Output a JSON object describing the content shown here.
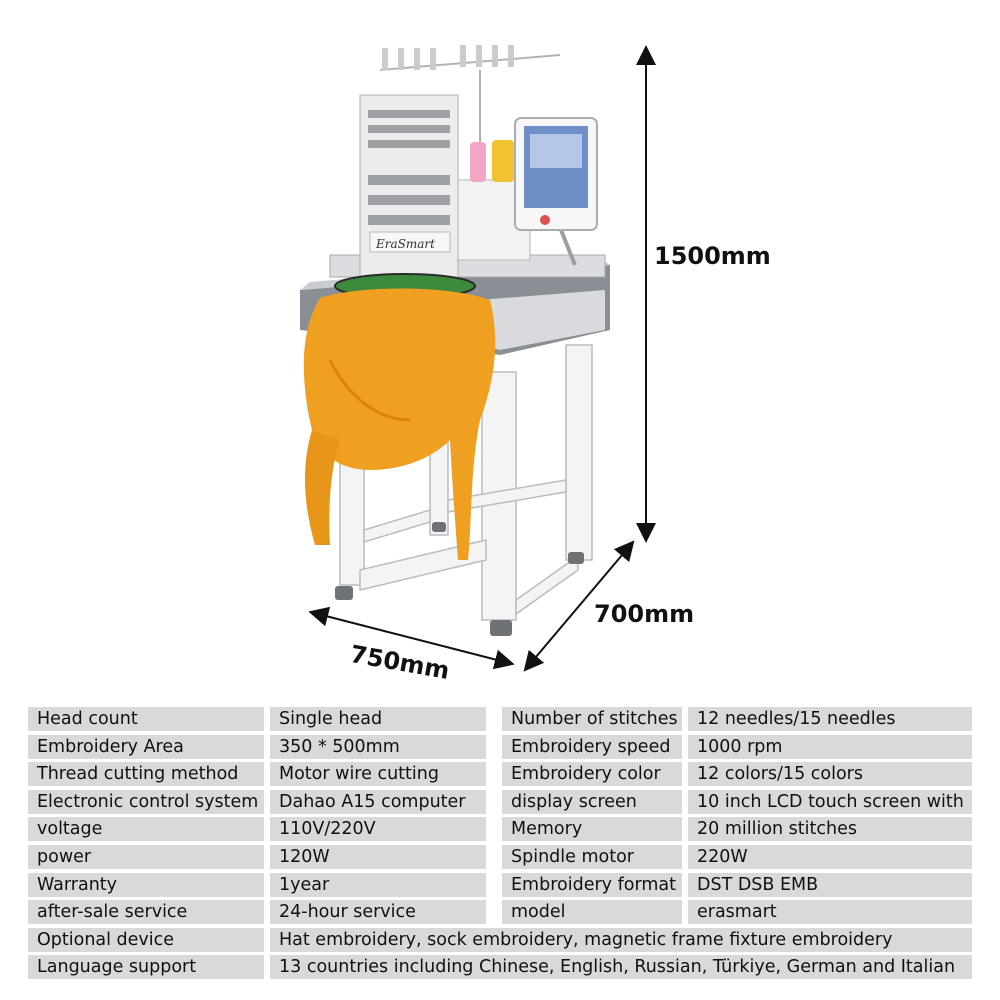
{
  "product": {
    "brand": "EraSmart",
    "dimensions": {
      "height": "1500mm",
      "depth": "700mm",
      "width": "750mm"
    },
    "colors": {
      "cell_bg": "#d9d9d9",
      "hoodie": "#f0a020",
      "machine_grey": "#8a8f96",
      "frame_white": "#f4f4f4"
    }
  },
  "specs": {
    "pairs": [
      {
        "k1": "Head count",
        "v1": "Single head",
        "k2": "Number of stitches",
        "v2": "12 needles/15 needles"
      },
      {
        "k1": "Embroidery Area",
        "v1": "350 * 500mm",
        "k2": "Embroidery speed",
        "v2": "1000 rpm"
      },
      {
        "k1": "Thread cutting method",
        "v1": "Motor wire cutting",
        "k2": "Embroidery color",
        "v2": "12 colors/15 colors"
      },
      {
        "k1": "Electronic control system",
        "v1": "Dahao A15 computer",
        "k2": "display screen",
        "v2": "10 inch LCD touch screen with"
      },
      {
        "k1": "voltage",
        "v1": "110V/220V",
        "k2": "Memory",
        "v2": "20 million stitches"
      },
      {
        "k1": "power",
        "v1": "120W",
        "k2": "Spindle motor",
        "v2": "220W"
      },
      {
        "k1": "Warranty",
        "v1": "1year",
        "k2": "Embroidery format",
        "v2": "DST DSB EMB"
      },
      {
        "k1": "after-sale service",
        "v1": " 24-hour service",
        "k2": "model",
        "v2": "erasmart"
      }
    ],
    "wide": [
      {
        "k": "Optional device",
        "v": "Hat embroidery, sock embroidery, magnetic frame fixture embroidery"
      },
      {
        "k": "Language support",
        "v": "13 countries including Chinese, English, Russian, Türkiye, German and Italian"
      }
    ]
  }
}
